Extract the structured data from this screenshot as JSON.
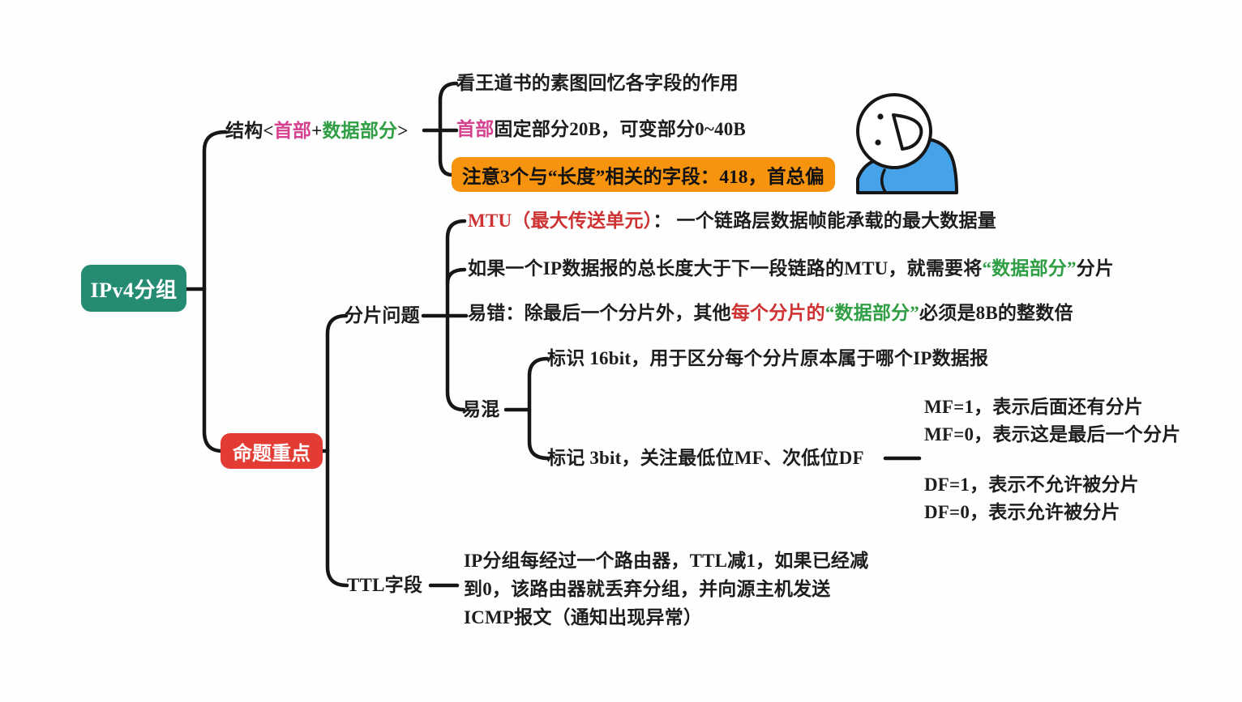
{
  "root": {
    "label": "IPv4分组"
  },
  "structure": {
    "prefix": "结构<",
    "header": "首部",
    "plus": "+",
    "data": "数据部分",
    "suffix": ">",
    "children": {
      "recall": "看王道书的素图回忆各字段的作用",
      "header_size_colored": "首部",
      "header_size_rest": "固定部分20B，可变部分0~40B",
      "length_warning": "注意3个与“长度”相关的字段：418，首总偏"
    }
  },
  "exam": {
    "label": "命题重点",
    "fragment": {
      "label": "分片问题",
      "mtu_red": "MTU（最大传送单元）",
      "mtu_rest": "： 一个链路层数据帧能承载的最大数据量",
      "split_p1": "如果一个IP数据报的总长度大于下一段链路的MTU，就需要将",
      "split_green": "“数据部分”",
      "split_p2": "分片",
      "pitfall_p1": "易错：除最后一个分片外，其他",
      "pitfall_red": "每个分片的",
      "pitfall_green": "“数据部分”",
      "pitfall_p2": "必须是8B的整数倍",
      "confusable": {
        "label": "易混",
        "identification": "标识 16bit，用于区分每个分片原本属于哪个IP数据报",
        "flags": "标记 3bit，关注最低位MF、次低位DF",
        "mf1": "MF=1，表示后面还有分片",
        "mf0": "MF=0，表示这是最后一个分片",
        "df1": "DF=1，表示不允许被分片",
        "df0": "DF=0，表示允许被分片"
      }
    },
    "ttl": {
      "label": "TTL字段",
      "line1": "IP分组每经过一个路由器，TTL减1，如果已经减",
      "line2": "到0，该路由器就丢弃分组，并向源主机发送",
      "line3": "ICMP报文（通知出现异常）"
    }
  },
  "colors": {
    "root_node_bg": "#258b73",
    "exam_node_bg": "#e23c34",
    "warning_bg": "#f6930f",
    "highlight_magenta": "#d6418f",
    "highlight_green": "#2f9e44",
    "highlight_red": "#ce3232",
    "connector": "#161616",
    "mascot_body_blue": "#46a2e9"
  }
}
